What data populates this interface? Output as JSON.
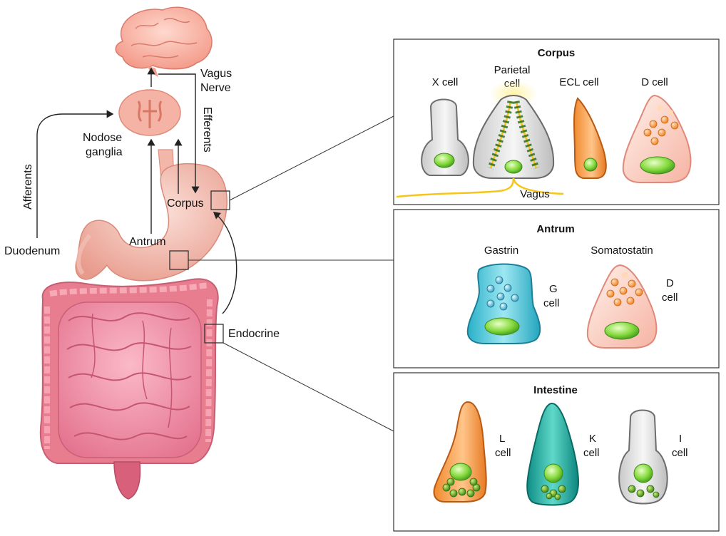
{
  "left": {
    "vagus_nerve": [
      "Vagus",
      "Nerve"
    ],
    "nodose_ganglia": [
      "Nodose",
      "ganglia"
    ],
    "efferents": "Efferents",
    "afferents": "Afferents",
    "duodenum": "Duodenum",
    "corpus": "Corpus",
    "antrum": "Antrum",
    "endocrine": "Endocrine"
  },
  "panels": {
    "corpus": {
      "title": "Corpus",
      "x_cell": "X cell",
      "parietal_cell": [
        "Parietal",
        "cell"
      ],
      "ecl_cell": "ECL cell",
      "d_cell": "D cell",
      "vagus": "Vagus"
    },
    "antrum": {
      "title": "Antrum",
      "gastrin": "Gastrin",
      "somatostatin": "Somatostatin",
      "g_cell": [
        "G",
        "cell"
      ],
      "d_cell": [
        "D",
        "cell"
      ]
    },
    "intestine": {
      "title": "Intestine",
      "l_cell": [
        "L",
        "cell"
      ],
      "k_cell": [
        "K",
        "cell"
      ],
      "i_cell": [
        "I",
        "cell"
      ]
    }
  },
  "colors": {
    "organ_pink": "#f2a9a0",
    "intestine_pink": "#f08fa6",
    "nucleus_green": "#7dd93a",
    "granule_orange": "#f5923a",
    "g_cell_blue": "#3fc1d6",
    "k_cell_teal": "#14a89a",
    "l_cell_orange": "#f59a4a",
    "vagus_yellow": "#f5c518"
  }
}
